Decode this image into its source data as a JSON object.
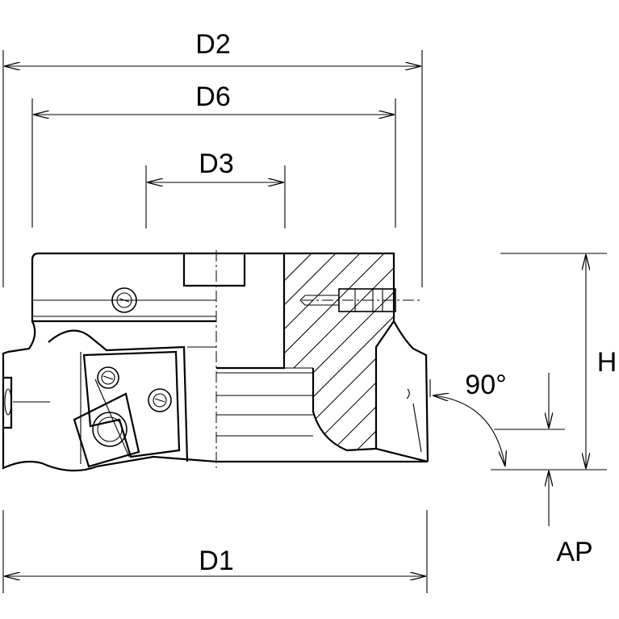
{
  "labels": {
    "d2": "D2",
    "d6": "D6",
    "d3": "D3",
    "d1": "D1",
    "h": "H",
    "ap": "AP",
    "angle": "90°"
  }
}
